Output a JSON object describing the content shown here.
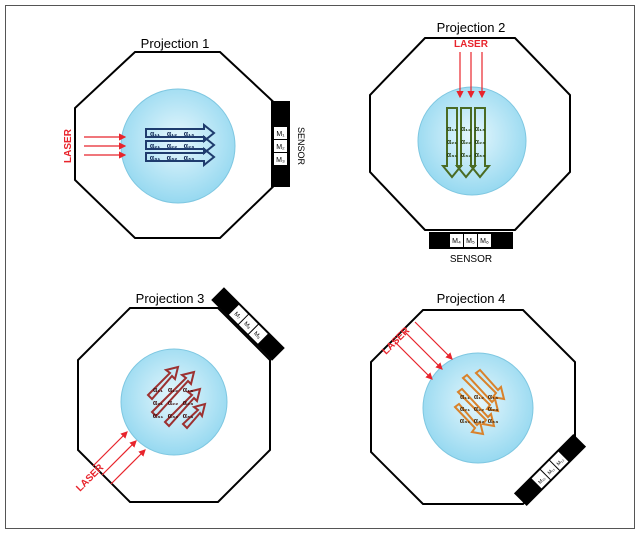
{
  "projections": [
    {
      "title": "Projection 1",
      "laser_label": "LASER",
      "sensor_label": "SENSOR",
      "cells": [
        [
          "α₁₁",
          "α₁₂",
          "α₁₃"
        ],
        [
          "α₂₁",
          "α₂₂",
          "α₂₃"
        ],
        [
          "α₃₁",
          "α₃₂",
          "α₃₃"
        ]
      ],
      "sensor_cells": [
        "M₁",
        "M₂",
        "M₃"
      ]
    },
    {
      "title": "Projection 2",
      "laser_label": "LASER",
      "sensor_label": "SENSOR",
      "cells": [
        [
          "α₁₁",
          "α₁₂",
          "α₁₃"
        ],
        [
          "α₂₁",
          "α₂₂",
          "α₂₃"
        ],
        [
          "α₃₁",
          "α₃₂",
          "α₃₃"
        ]
      ],
      "sensor_cells": [
        "M₄",
        "M₅",
        "M₆"
      ]
    },
    {
      "title": "Projection 3",
      "laser_label": "LASER",
      "cells": [
        [
          "α₁₁",
          "α₁₂",
          "α₁₃"
        ],
        [
          "α₂₁",
          "α₂₂",
          "α₂₃"
        ],
        [
          "α₃₁",
          "α₃₂",
          "α₃₃"
        ]
      ],
      "sensor_cells": [
        "M₇",
        "M₈",
        "M₉"
      ]
    },
    {
      "title": "Projection 4",
      "laser_label": "LASER",
      "cells": [
        [
          "α₁₁",
          "α₁₂",
          "α₁₃"
        ],
        [
          "α₂₁",
          "α₂₂",
          "α₂₃"
        ],
        [
          "α₃₁",
          "α₃₂",
          "α₃₃"
        ]
      ],
      "sensor_cells": [
        "M₁₀",
        "M₁₁",
        "M₁₂"
      ]
    }
  ],
  "colors": {
    "octagon_stroke": "#000000",
    "circle_fill_center": "#e6f7fd",
    "circle_fill_edge": "#8fd6ef",
    "laser": "#e8242c",
    "grid_fill": "#bfd7e3",
    "proj1_arrows": "#1f3c6e",
    "proj2_arrows": "#4a6b23",
    "proj3_arrows": "#9c3131",
    "proj4_arrows": "#d9822b",
    "sensor_body": "#000000",
    "sensor_cell": "#ffffff"
  }
}
